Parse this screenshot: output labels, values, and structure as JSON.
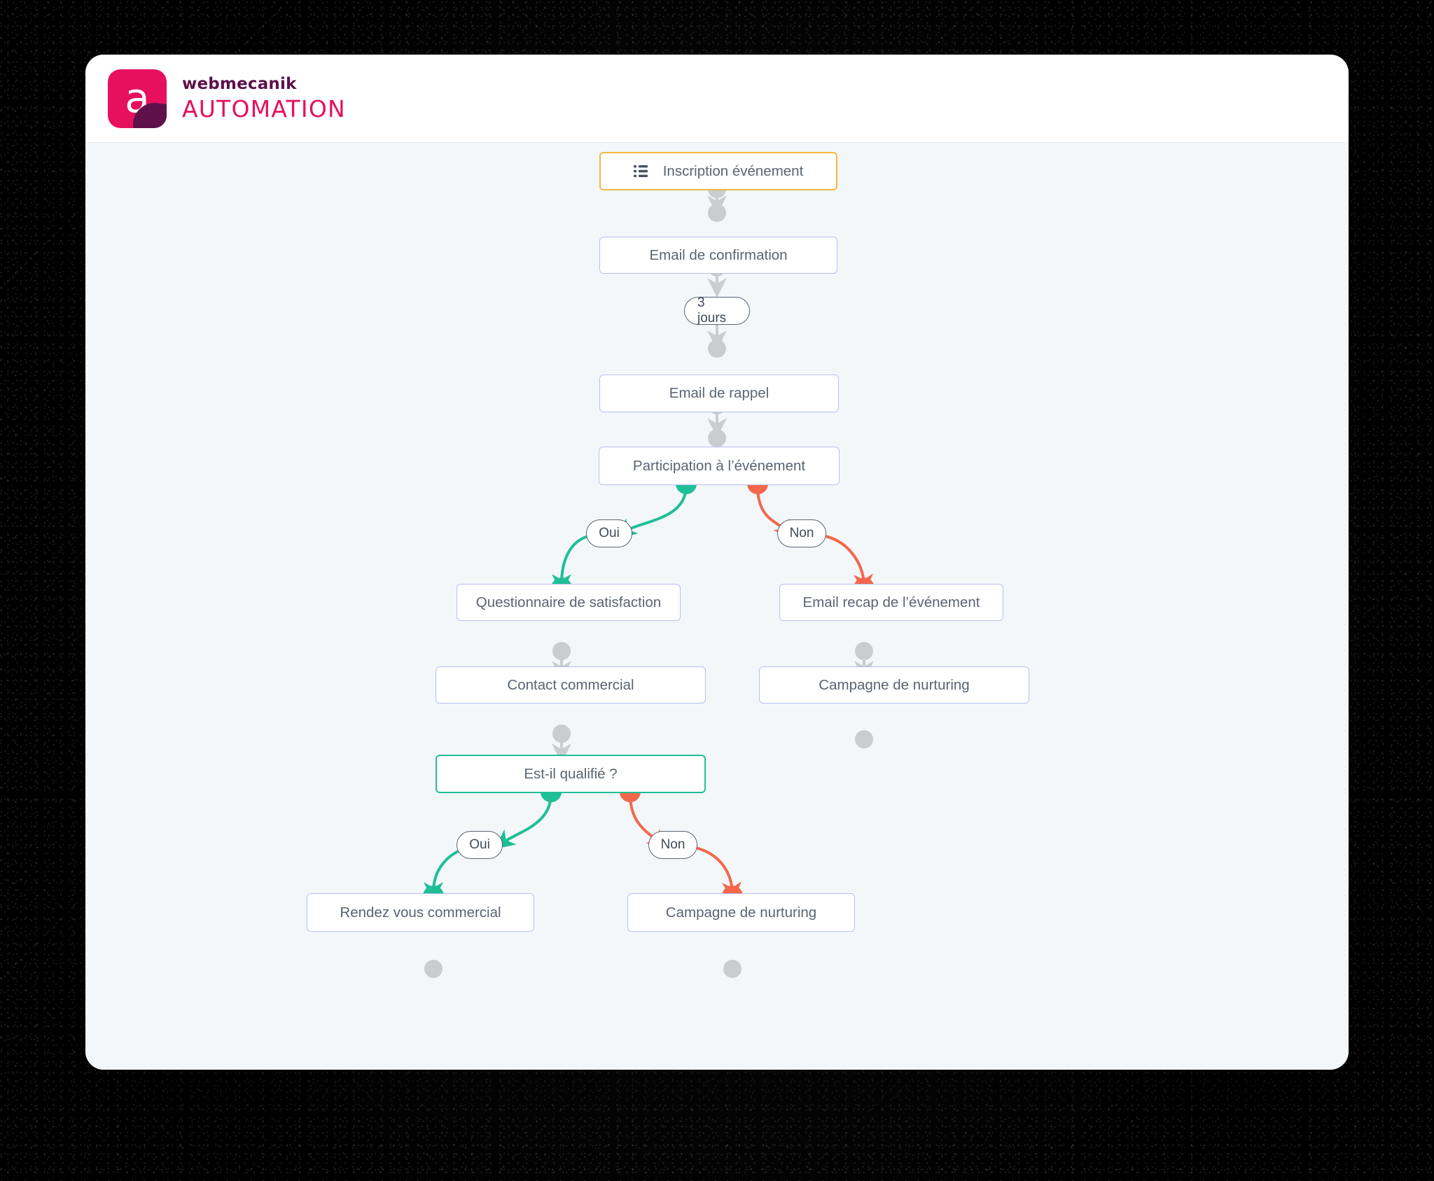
{
  "app": {
    "brand_top": "webmecanik",
    "brand_bottom": "AUTOMATION",
    "logo_letter": "a",
    "colors": {
      "brand_pink": "#e6105e",
      "brand_purple": "#5d1049",
      "canvas_bg": "#f3f7fa",
      "node_border": "#b9c0ee",
      "trigger_border": "#f4b740",
      "decision_border": "#1fbf96",
      "yes_path": "#1fbf96",
      "no_path": "#f4674a",
      "default_path": "#c9ccd1",
      "node_text": "#5a6472"
    }
  },
  "workflow": {
    "nodes": [
      {
        "id": "inscription",
        "label": "Inscription événement",
        "type": "trigger",
        "icon": "list-icon"
      },
      {
        "id": "email_confirmation",
        "label": "Email de confirmation",
        "type": "action"
      },
      {
        "id": "email_rappel",
        "label": "Email de rappel",
        "type": "action"
      },
      {
        "id": "participation",
        "label": "Participation à l’événement",
        "type": "condition"
      },
      {
        "id": "questionnaire",
        "label": "Questionnaire de satisfaction",
        "type": "action"
      },
      {
        "id": "email_recap",
        "label": "Email recap de l’événement",
        "type": "action"
      },
      {
        "id": "contact_commercial",
        "label": "Contact commercial",
        "type": "action"
      },
      {
        "id": "campagne_nurturing_1",
        "label": "Campagne de nurturing",
        "type": "action"
      },
      {
        "id": "est_il_qualifie",
        "label": "Est-il qualifié ?",
        "type": "decision"
      },
      {
        "id": "rendez_vous",
        "label": "Rendez vous commercial",
        "type": "action"
      },
      {
        "id": "campagne_nurturing_2",
        "label": "Campagne de nurturing",
        "type": "action"
      }
    ],
    "delays": [
      {
        "id": "delay_3j",
        "label": "3 jours"
      }
    ],
    "branch_labels": [
      {
        "id": "participation_oui",
        "label": "Oui",
        "branch": "yes"
      },
      {
        "id": "participation_non",
        "label": "Non",
        "branch": "no"
      },
      {
        "id": "qualifie_oui",
        "label": "Oui",
        "branch": "yes"
      },
      {
        "id": "qualifie_non",
        "label": "Non",
        "branch": "no"
      }
    ]
  }
}
